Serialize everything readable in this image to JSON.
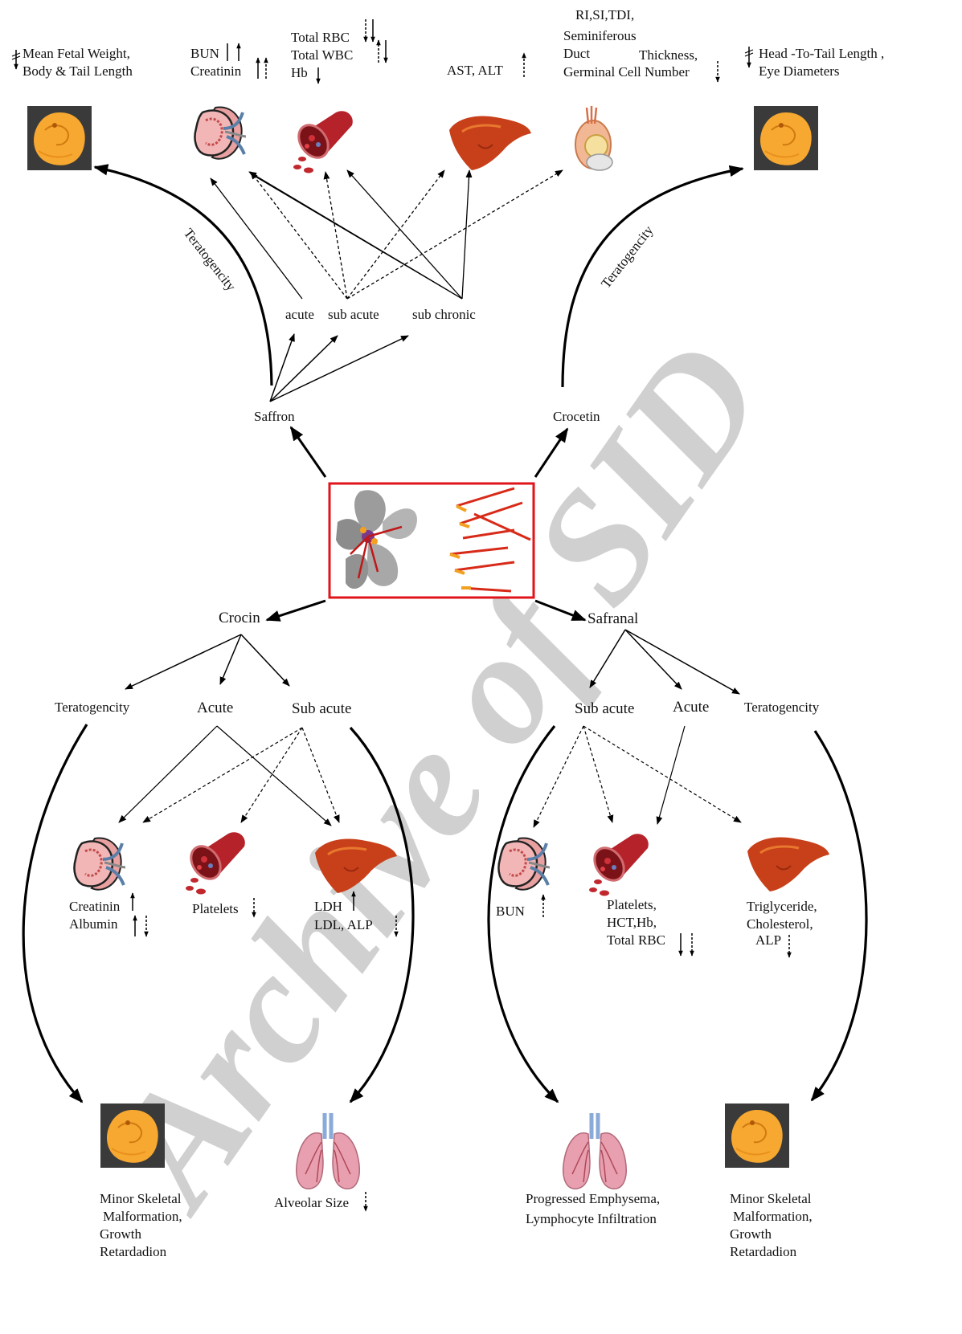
{
  "center": {
    "labels": {
      "saffron": "Saffron",
      "crocetin": "Crocetin",
      "crocin": "Crocin",
      "safranal": "Safranal"
    }
  },
  "saffron": {
    "teratogenicity": "Teratogencity",
    "acute": "acute",
    "sub_acute": "sub acute",
    "sub_chronic": "sub chronic",
    "fetal": [
      "Mean Fetal Weight,",
      "Body & Tail Length"
    ],
    "kidney": [
      "BUN",
      "Creatinin"
    ],
    "blood": [
      "Total RBC",
      "Total WBC",
      "Hb"
    ],
    "liver": "AST, ALT",
    "testis": [
      "RI,SI,TDI,",
      "Seminiferous",
      "Duct",
      "Thickness,",
      "Germinal Cell Number"
    ]
  },
  "crocetin": {
    "teratogenicity": "Teratogencity",
    "fetal": [
      "Head -To-Tail Length ,",
      "Eye Diameters"
    ]
  },
  "crocin": {
    "teratogenicity": "Teratogencity",
    "acute": "Acute",
    "sub_acute": "Sub acute",
    "kidney": [
      "Creatinin",
      "Albumin"
    ],
    "blood": "Platelets",
    "liver": [
      "LDH",
      "LDL, ALP"
    ],
    "lung": "Alveolar Size",
    "fetal": [
      "Minor Skeletal",
      "Malformation,",
      "Growth",
      "Retardadion"
    ]
  },
  "safranal": {
    "teratogenicity": "Teratogencity",
    "acute": "Acute",
    "sub_acute": "Sub acute",
    "kidney": "BUN",
    "blood": [
      "Platelets,",
      "HCT,Hb,",
      "Total RBC"
    ],
    "liver": [
      "Triglyceride,",
      "Cholesterol,",
      "ALP"
    ],
    "lung": [
      "Progressed Emphysema,",
      "Lymphocyte Infiltration"
    ],
    "fetal": [
      "Minor Skeletal",
      "Malformation,",
      "Growth",
      "Retardadion"
    ]
  },
  "watermark": "Archive of SID",
  "colors": {
    "frame": "#e0141b",
    "liver": "#c8401a",
    "fetal": "#f7a830",
    "kidney": "#e9a0a0",
    "lung": "#e8a0b0"
  },
  "icons": [
    "fetus-icon",
    "kidney-icon",
    "blood-vessel-icon",
    "liver-icon",
    "testis-icon",
    "lung-icon",
    "saffron-flower-icon"
  ]
}
